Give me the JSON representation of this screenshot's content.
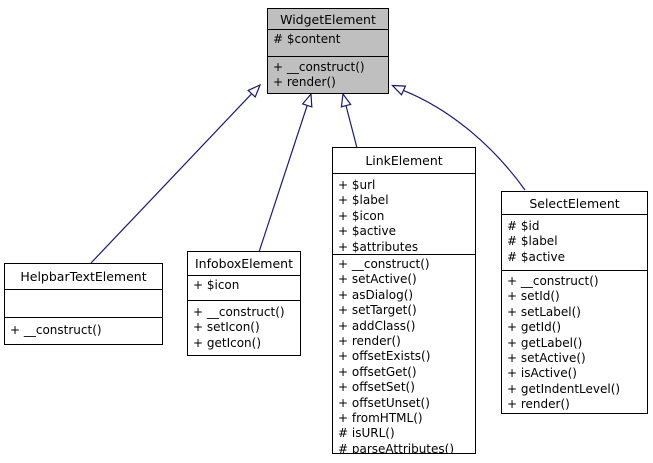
{
  "diagram": {
    "kind": "uml-class-inheritance-diagram",
    "base_class": "WidgetElement",
    "colors": {
      "arrow": "#191970",
      "base_class_fill": "#bfbfbf",
      "class_fill": "#ffffff",
      "border": "#000000",
      "background": "#ffffff"
    }
  },
  "classes": [
    {
      "name": "WidgetElement",
      "attributes": [
        "# $content"
      ],
      "methods": [
        "+ __construct()",
        "+ render()"
      ]
    },
    {
      "name": "HelpbarTextElement",
      "attributes": [],
      "methods": [
        "+ __construct()"
      ]
    },
    {
      "name": "InfoboxElement",
      "attributes": [
        "+ $icon"
      ],
      "methods": [
        "+ __construct()",
        "+ setIcon()",
        "+ getIcon()"
      ]
    },
    {
      "name": "LinkElement",
      "attributes": [
        "+ $url",
        "+ $label",
        "+ $icon",
        "+ $active",
        "+ $attributes"
      ],
      "methods": [
        "+ __construct()",
        "+ setActive()",
        "+ asDialog()",
        "+ setTarget()",
        "+ addClass()",
        "+ render()",
        "+ offsetExists()",
        "+ offsetGet()",
        "+ offsetSet()",
        "+ offsetUnset()",
        "+ fromHTML()",
        "# isURL()",
        "# parseAttributes()"
      ]
    },
    {
      "name": "SelectElement",
      "attributes": [
        "# $id",
        "# $label",
        "# $active"
      ],
      "methods": [
        "+ __construct()",
        "+ setId()",
        "+ setLabel()",
        "+ getId()",
        "+ getLabel()",
        "+ setActive()",
        "+ isActive()",
        "+ getIndentLevel()",
        "+ render()"
      ]
    }
  ],
  "relations": [
    {
      "from": "HelpbarTextElement",
      "to": "WidgetElement",
      "type": "inheritance"
    },
    {
      "from": "InfoboxElement",
      "to": "WidgetElement",
      "type": "inheritance"
    },
    {
      "from": "LinkElement",
      "to": "WidgetElement",
      "type": "inheritance"
    },
    {
      "from": "SelectElement",
      "to": "WidgetElement",
      "type": "inheritance"
    }
  ]
}
